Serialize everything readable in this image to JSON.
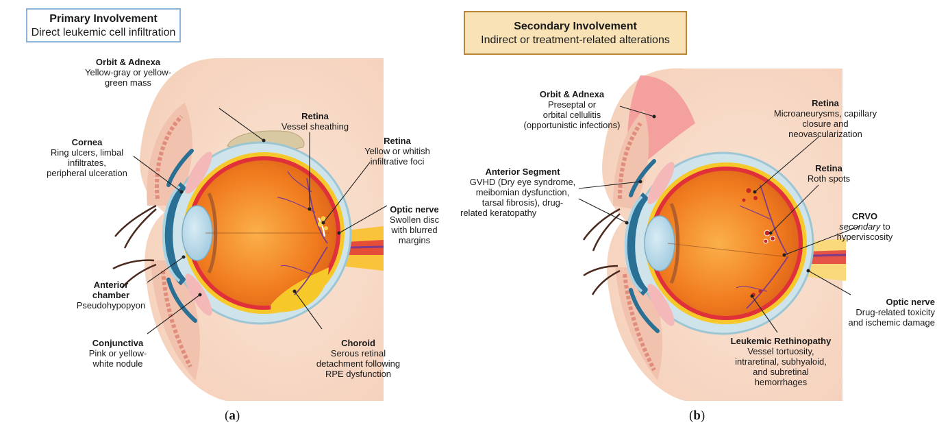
{
  "panel_a": {
    "header": {
      "title": "Primary Involvement",
      "subtitle": "Direct leukemic cell infiltration"
    },
    "labels": [
      {
        "title": "Orbit & Adnexa",
        "desc": [
          "Yellow-gray or yellow-",
          "green mass"
        ]
      },
      {
        "title": "Retina",
        "desc": [
          "Vessel sheathing"
        ]
      },
      {
        "title": "Retina",
        "desc": [
          "Yellow or whitish",
          "infiltrative foci"
        ]
      },
      {
        "title": "Cornea",
        "desc": [
          "Ring ulcers, limbal",
          "infiltrates,",
          "peripheral ulceration"
        ]
      },
      {
        "title": "Optic nerve",
        "desc": [
          "Swollen disc",
          "with blurred",
          "margins"
        ]
      },
      {
        "title": "Anterior",
        "desc": [
          "chamber",
          "Pseudohypopyon"
        ]
      },
      {
        "title": "Conjunctiva",
        "desc": [
          "Pink or yellow-",
          "white nodule"
        ]
      },
      {
        "title": "Choroid",
        "desc": [
          "Serous retinal",
          "detachment following",
          "RPE dysfunction"
        ]
      }
    ],
    "caption": {
      "open": "(",
      "letter": "a",
      "close": ")"
    }
  },
  "panel_b": {
    "header": {
      "title": "Secondary Involvement",
      "subtitle": "Indirect or treatment-related alterations"
    },
    "labels": [
      {
        "title": "Orbit & Adnexa",
        "desc": [
          "Preseptal or",
          "orbital cellulitis",
          "(opportunistic infections)"
        ]
      },
      {
        "title": "Retina",
        "desc": [
          "Microaneurysms, capillary",
          "closure and",
          "neovascularization"
        ]
      },
      {
        "title": "Anterior Segment",
        "desc": [
          "GVHD (Dry eye syndrome,",
          "meibomian dysfunction,",
          "tarsal fibrosis), drug-",
          "related keratopathy"
        ]
      },
      {
        "title": "Retina",
        "desc": [
          "Roth spots"
        ]
      },
      {
        "title": "CRVO",
        "desc_italic": "secondary",
        "desc": [
          " to",
          "hyperviscosity"
        ]
      },
      {
        "title": "Optic nerve",
        "desc": [
          "Drug-related  toxicity",
          "and ischemic damage"
        ]
      },
      {
        "title": "Leukemic Rethinopathy",
        "desc": [
          "Vessel tortuosity,",
          "intraretinal, subhyaloid,",
          "and subretinal",
          "hemorrhages"
        ]
      }
    ],
    "caption": {
      "open": "(",
      "letter": "b",
      "close": ")"
    }
  },
  "colors": {
    "skin": "#f6d5c1",
    "skin_dark": "#e9a992",
    "eyeball": "#f07a1e",
    "eyeball_light": "#f9a13a",
    "sclera": "#cfe3ea",
    "sclera_edge": "#9cc6d3",
    "cornea": "#2a6f94",
    "lens": "#b7d9ea",
    "retina_red": "#e0303a",
    "choroid_yellow": "#f7c82a",
    "vessel": "#7e3b8a",
    "hdr_a_border": "#8fb4dc",
    "hdr_b_fill": "#f8e2b6",
    "hdr_b_border": "#b8863b"
  }
}
